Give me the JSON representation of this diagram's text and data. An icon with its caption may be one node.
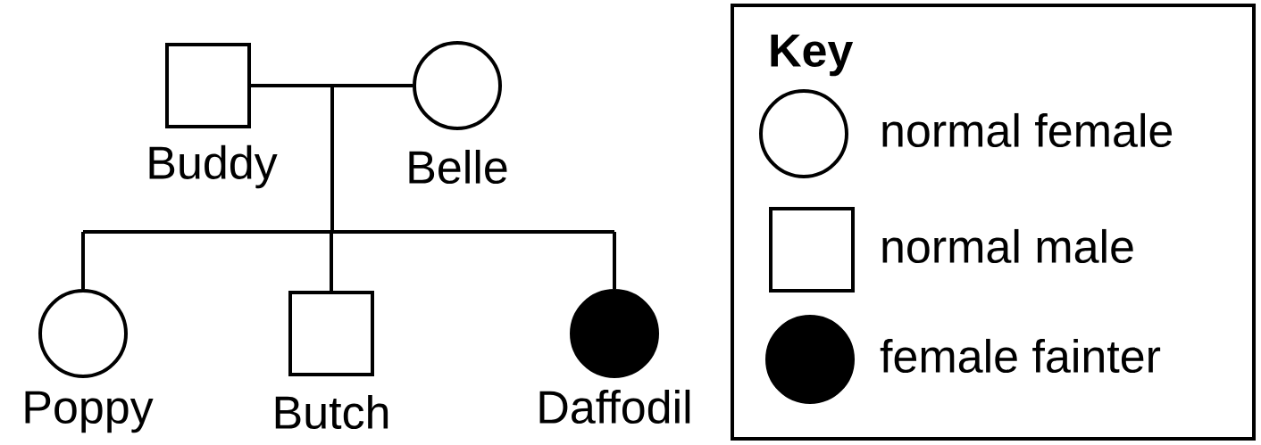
{
  "diagram": {
    "nodes": [
      {
        "text": [],
        "shape": "box",
        "beside": [
          "Buddy"
        ]
      },
      {
        "text": [],
        "shape": "circle",
        "beside": [
          "Belle"
        ]
      },
      {
        "text": [],
        "shape": "circle",
        "beside": [
          "Poppy"
        ]
      },
      {
        "text": [],
        "shape": "box",
        "beside": [
          "Butch"
        ]
      },
      {
        "text": [],
        "shape": "disc",
        "beside": [
          "Daffodil"
        ]
      },
      {
        "text": [
          "Key"
        ]
      }
    ],
    "edges": [
      {
        "from": 0,
        "to": 1,
        "arrow": "none"
      },
      {
        "from": 0,
        "to": 2,
        "arrow": "none"
      },
      {
        "from": 0,
        "to": 3,
        "arrow": "none"
      },
      {
        "from": 0,
        "to": 4,
        "arrow": "none"
      },
      {
        "from": 1,
        "to": 2,
        "arrow": "none"
      },
      {
        "from": 1,
        "to": 3,
        "arrow": "none"
      },
      {
        "from": 1,
        "to": 4,
        "arrow": "none"
      }
    ],
    "legend": [
      {
        "text": "normal female"
      },
      {
        "text": "normal male"
      },
      {
        "text": "female fainter"
      }
    ]
  }
}
